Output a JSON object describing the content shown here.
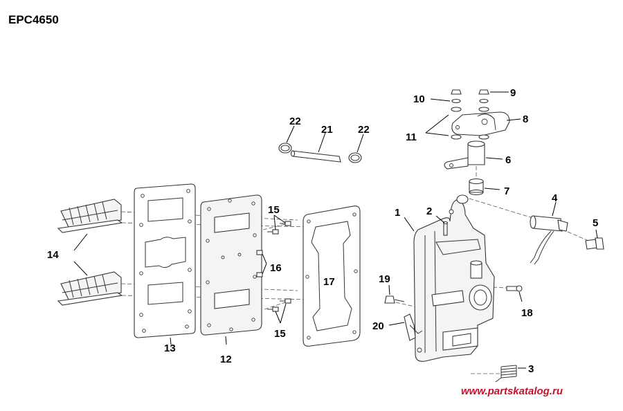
{
  "diagram": {
    "code": "EPC4650",
    "watermark": "www.partskatalog.ru",
    "callouts": {
      "c1": "1",
      "c2": "2",
      "c3": "3",
      "c4": "4",
      "c5": "5",
      "c6": "6",
      "c7": "7",
      "c8": "8",
      "c9": "9",
      "c10": "10",
      "c11": "11",
      "c12": "12",
      "c13": "13",
      "c14": "14",
      "c15a": "15",
      "c15b": "15",
      "c16": "16",
      "c17": "17",
      "c18": "18",
      "c19": "19",
      "c20": "20",
      "c21": "21",
      "c22a": "22",
      "c22b": "22"
    },
    "colors": {
      "line": "#333333",
      "watermark": "#c8102e"
    }
  }
}
